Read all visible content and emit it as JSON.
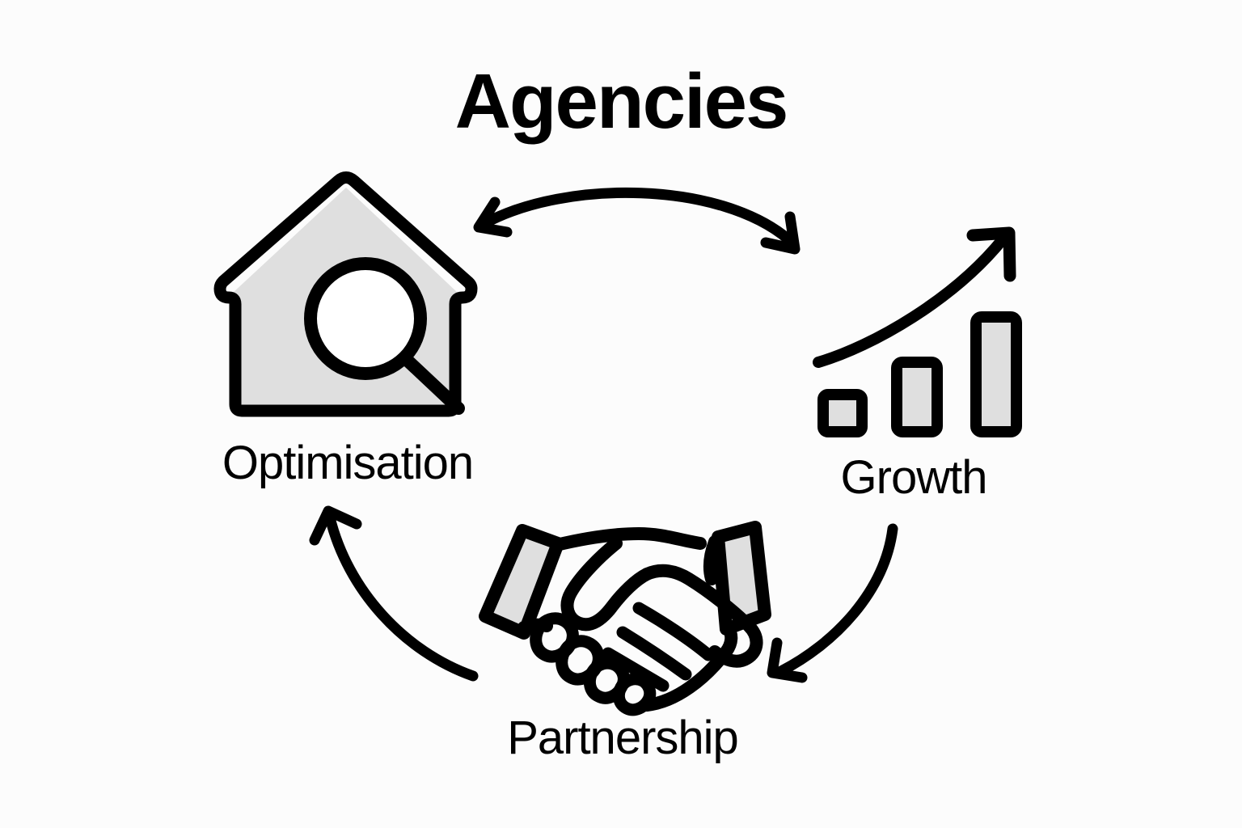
{
  "diagram": {
    "title": "Agencies",
    "type": "cycle",
    "background_color": "#fcfcfc",
    "stroke_color": "#000000",
    "fill_color": "#dfdfdf",
    "nodes": [
      {
        "id": "optimisation",
        "label": "Optimisation",
        "icon": "house-magnifier-icon",
        "position": "left"
      },
      {
        "id": "growth",
        "label": "Growth",
        "icon": "bar-chart-growth-arrow-icon",
        "position": "right"
      },
      {
        "id": "partnership",
        "label": "Partnership",
        "icon": "handshake-icon",
        "position": "bottom"
      }
    ],
    "connectors": [
      {
        "id": "optimisation-growth",
        "from": "optimisation",
        "to": "growth",
        "style": "curved-arrow",
        "direction": "bidirectional"
      },
      {
        "id": "growth-partnership",
        "from": "growth",
        "to": "partnership",
        "style": "curved-arrow",
        "direction": "one-way"
      },
      {
        "id": "partnership-optimisation",
        "from": "partnership",
        "to": "optimisation",
        "style": "curved-arrow",
        "direction": "one-way"
      }
    ]
  }
}
